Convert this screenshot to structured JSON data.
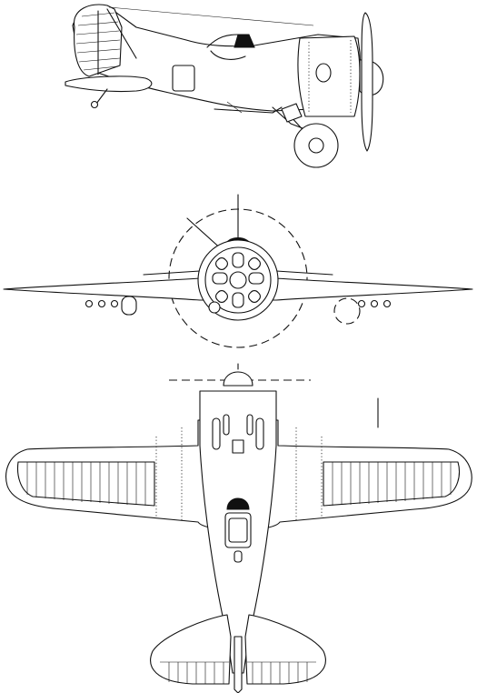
{
  "drawing": {
    "views": [
      "side",
      "front",
      "top"
    ],
    "line_color": "#111111",
    "background": "#ffffff"
  }
}
